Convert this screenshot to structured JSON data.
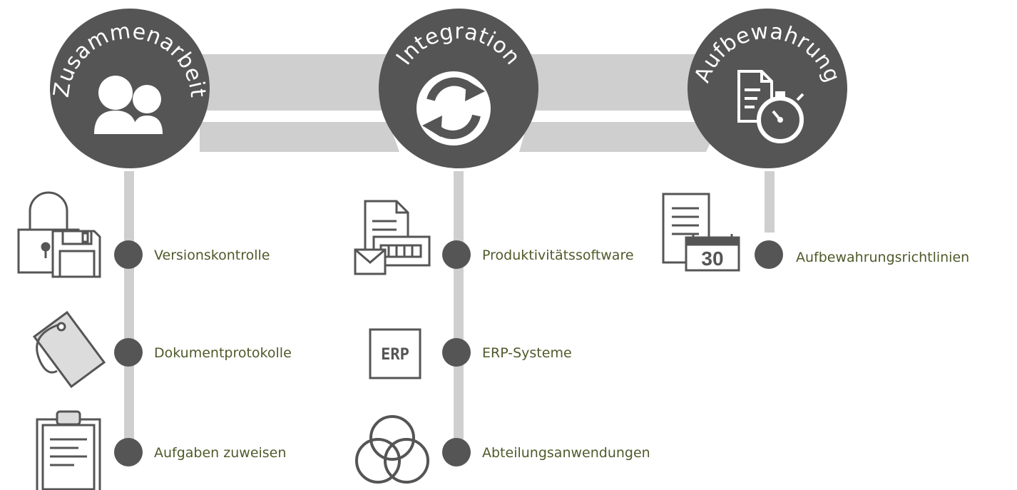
{
  "colors": {
    "hub": "#555555",
    "connector": "#cfcfcf",
    "dot": "#555555",
    "label_text": "#4f5a2a",
    "icon_stroke": "#555555"
  },
  "hubs": [
    {
      "id": "collaboration",
      "title": "Zusammenarbeit",
      "icon": "people-icon"
    },
    {
      "id": "integration",
      "title": "Integration",
      "icon": "sync-arrows-icon"
    },
    {
      "id": "retention",
      "title": "Aufbewahrung",
      "icon": "document-stopwatch-icon"
    }
  ],
  "items": {
    "collaboration": [
      {
        "label": "Versionskontrolle",
        "icon": "lock-floppy-disk-icon"
      },
      {
        "label": "Dokumentprotokolle",
        "icon": "tag-icon"
      },
      {
        "label": "Aufgaben zuweisen",
        "icon": "clipboard-icon"
      }
    ],
    "integration": [
      {
        "label": "Produktivitätssoftware",
        "icon": "document-mail-keyboard-icon"
      },
      {
        "label": "ERP-Systeme",
        "icon": "erp-box-icon",
        "icon_text": "ERP"
      },
      {
        "label": "Abteilungsanwendungen",
        "icon": "venn-circles-icon"
      }
    ],
    "retention": [
      {
        "label": "Aufbewahrungsrichtlinien",
        "icon": "document-calendar-icon",
        "icon_text": "30"
      }
    ]
  }
}
